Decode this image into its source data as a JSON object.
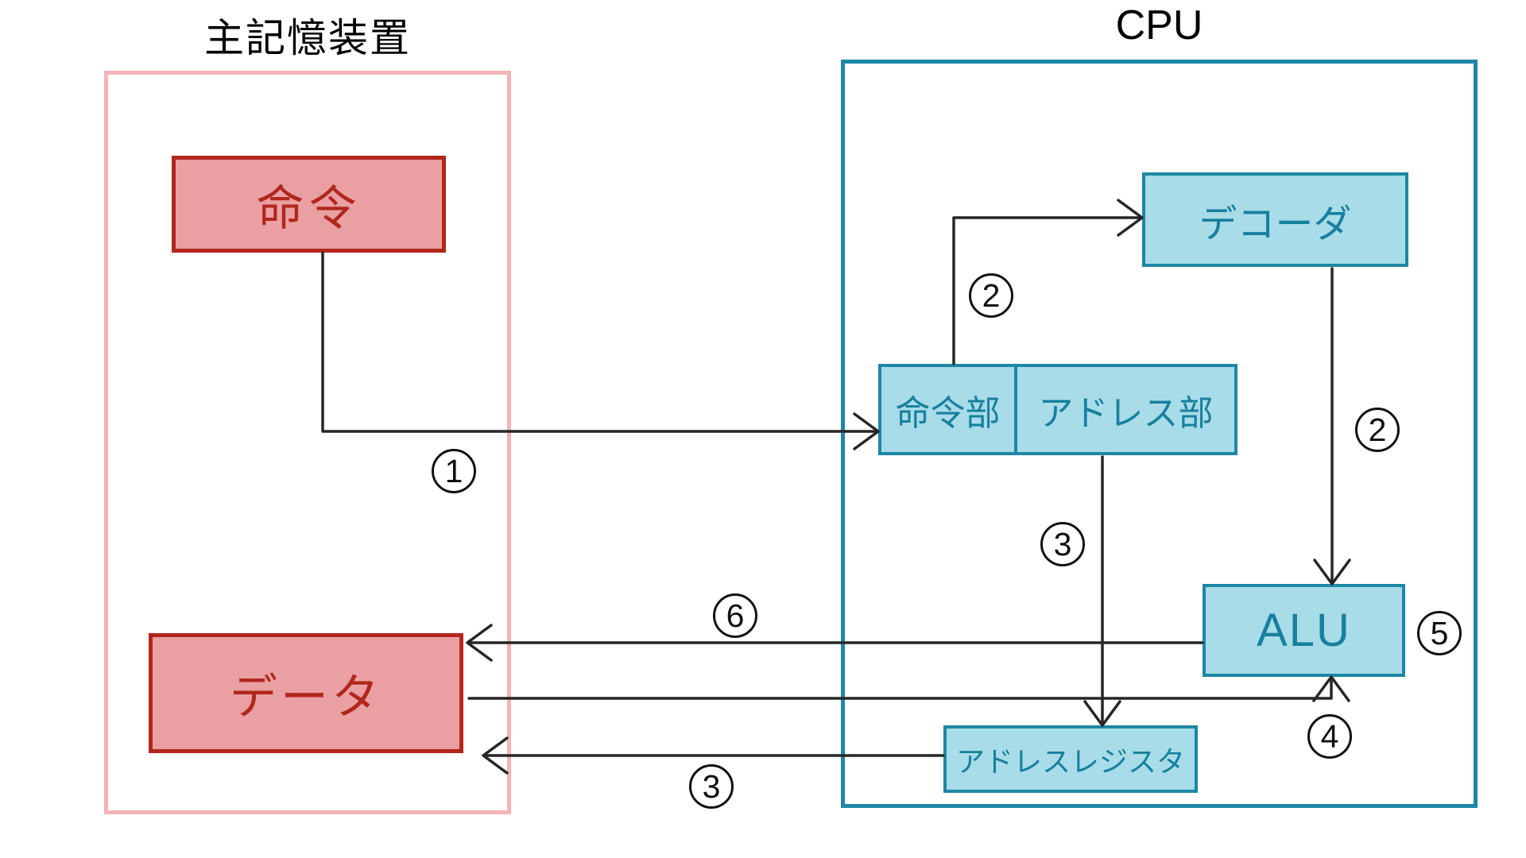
{
  "titles": {
    "memory": "主記憶装置",
    "cpu": "CPU"
  },
  "memory": {
    "instruction": "命令",
    "data": "データ"
  },
  "cpu": {
    "decoder": "デコーダ",
    "opcode": "命令部",
    "operand": "アドレス部",
    "alu": "ALU",
    "address_register": "アドレスレジスタ"
  },
  "steps": {
    "s1": "1",
    "s2a": "2",
    "s2b": "2",
    "s3a": "3",
    "s3b": "3",
    "s4": "4",
    "s5": "5",
    "s6": "6"
  },
  "colors": {
    "memory_group_border": "#f4b4b8",
    "memory_box_fill": "#eaa0a3",
    "memory_box_border": "#b1271c",
    "memory_text": "#b1271c",
    "cpu_group_border": "#1e87a5",
    "cpu_box_fill": "#a8dce8",
    "cpu_box_border": "#1e87a5",
    "cpu_text": "#17809e",
    "arrow_line": "#262626",
    "step_circle": "#111111"
  }
}
